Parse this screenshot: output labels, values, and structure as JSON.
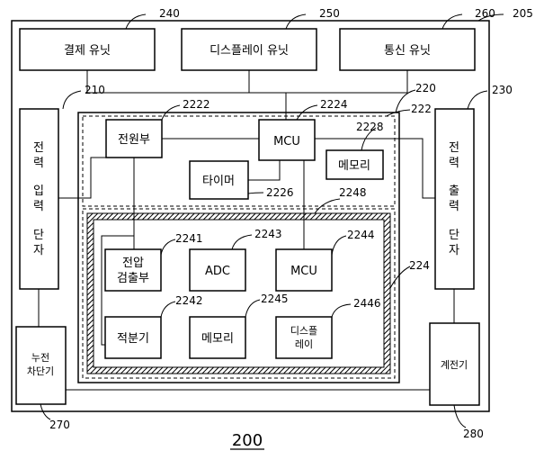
{
  "refs": {
    "r240": "240",
    "r250": "250",
    "r260": "260",
    "r205": "205",
    "r210": "210",
    "r220": "220",
    "r230": "230",
    "r222": "222",
    "r2222": "2222",
    "r2224": "2224",
    "r2228": "2228",
    "r2226": "2226",
    "r2248": "2248",
    "r2241": "2241",
    "r2243": "2243",
    "r2244": "2244",
    "r224": "224",
    "r2242": "2242",
    "r2245": "2245",
    "r2446": "2446",
    "r270": "270",
    "r280": "280",
    "r200": "200"
  },
  "boxes": {
    "payment": "결제 유닛",
    "display_unit": "디스플레이 유닛",
    "comm": "통신 유닛",
    "power_in": [
      "전",
      "력",
      "입",
      "력",
      "단",
      "자"
    ],
    "power_out": [
      "전",
      "력",
      "출",
      "력",
      "단",
      "자"
    ],
    "power_supply": "전원부",
    "mcu_top": "MCU",
    "memory_top": "메모리",
    "timer": "타이머",
    "voltage_detect": [
      "전압",
      "검출부"
    ],
    "adc": "ADC",
    "mcu_bottom": "MCU",
    "integrator": "적분기",
    "memory_bottom": "메모리",
    "display_small": [
      "디스플",
      "레이"
    ],
    "breaker": [
      "누전",
      "차단기"
    ],
    "meter": "계전기"
  }
}
